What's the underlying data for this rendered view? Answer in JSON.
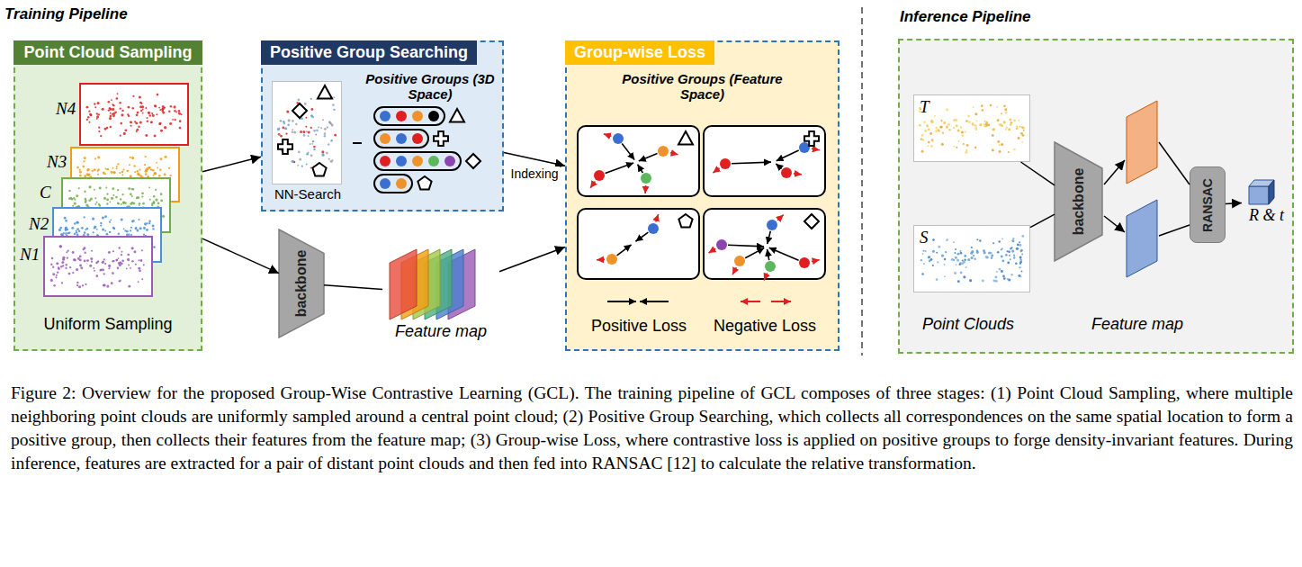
{
  "diagram": {
    "caption": "Figure 2: Overview for the proposed Group-Wise Contrastive Learning (GCL). The training pipeline of GCL composes of three stages: (1) Point Cloud Sampling, where multiple neighboring point clouds are uniformly sampled around a central point cloud; (2) Positive Group Searching, which collects all correspondences on the same spatial location to form a positive group, then collects their features from the feature map; (3) Group-wise Loss, where contrastive loss is applied on positive groups to forge density-invariant features. During inference, features are extracted for a pair of distant point clouds and then fed into RANSAC [12] to calculate the relative transformation.",
    "nodes": [
      {
        "text": [
          "Point Cloud Sampling",
          "Uniform Sampling"
        ]
      },
      {
        "text": [
          "N4"
        ],
        "in": 0
      },
      {
        "text": [
          "N3"
        ],
        "in": 0
      },
      {
        "text": [
          "C"
        ],
        "in": 0
      },
      {
        "text": [
          "N2"
        ],
        "in": 0
      },
      {
        "text": [
          "N1"
        ],
        "in": 0
      },
      {
        "text": [
          "Positive Group Searching",
          "Positive Groups (3D Space)"
        ]
      },
      {
        "text": [
          "NN-Search"
        ],
        "in": 6
      },
      {
        "text": [
          "backbone"
        ]
      },
      {
        "text": [
          "Feature map"
        ]
      },
      {
        "text": [
          "Group-wise Loss",
          "Positive Groups (Feature Space)"
        ]
      },
      {
        "text": [
          "Inference Pipeline"
        ]
      },
      {
        "text": [
          "T"
        ],
        "in": 11
      },
      {
        "text": [
          "S"
        ],
        "in": 11
      },
      {
        "text": [
          "backbone"
        ],
        "in": 11
      },
      {
        "text": [
          "RANSAC"
        ],
        "in": 11
      },
      {
        "text": [
          "R & t"
        ],
        "in": 11
      }
    ],
    "edges": [
      {
        "from": 0,
        "to": 6,
        "arrow": "to"
      },
      {
        "from": 0,
        "to": 8,
        "arrow": "to"
      },
      {
        "from": 8,
        "to": 9,
        "arrow": "none"
      },
      {
        "from": 6,
        "to": 10,
        "arrow": "to",
        "label": "Indexing"
      },
      {
        "from": 9,
        "to": 10,
        "arrow": "to"
      },
      {
        "from": 12,
        "to": 14,
        "arrow": "none"
      },
      {
        "from": 13,
        "to": 14,
        "arrow": "none"
      },
      {
        "from": 15,
        "to": 16,
        "arrow": "to"
      }
    ],
    "labels": [
      "Training Pipeline",
      "Point Clouds",
      "Feature map"
    ],
    "legend": [
      {
        "text": "Positive Loss"
      },
      {
        "text": "Negative Loss"
      }
    ]
  }
}
